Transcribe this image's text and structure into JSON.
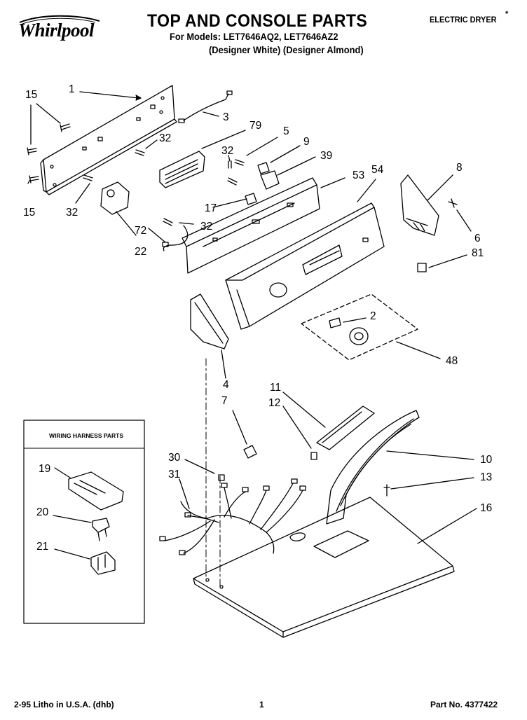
{
  "header": {
    "brand": "Whirlpool",
    "title": "TOP AND CONSOLE PARTS",
    "models": "For Models: LET7646AQ2, LET7646AZ2",
    "variants": "(Designer White) (Designer Almond)",
    "product": "ELECTRIC DRYER",
    "asterisk": "*"
  },
  "inset": {
    "title": "WIRING HARNESS PARTS"
  },
  "labels": {
    "p1": "1",
    "p15a": "15",
    "p15b": "15",
    "p3": "3",
    "p79": "79",
    "p5": "5",
    "p32a": "32",
    "p32b": "32",
    "p9": "9",
    "p39": "39",
    "p53": "53",
    "p54": "54",
    "p8": "8",
    "p32c": "32",
    "p17": "17",
    "p32d": "32",
    "p72": "72",
    "p22": "22",
    "p6": "6",
    "p81": "81",
    "p2": "2",
    "p48": "48",
    "p4": "4",
    "p7": "7",
    "p11": "11",
    "p12": "12",
    "p30": "30",
    "p31": "31",
    "p10": "10",
    "p13": "13",
    "p16": "16",
    "p19": "19",
    "p20": "20",
    "p21": "21"
  },
  "footer": {
    "litho": "2-95 Litho in U.S.A. (dhb)",
    "page": "1",
    "part_no": "Part No. 4377422"
  }
}
